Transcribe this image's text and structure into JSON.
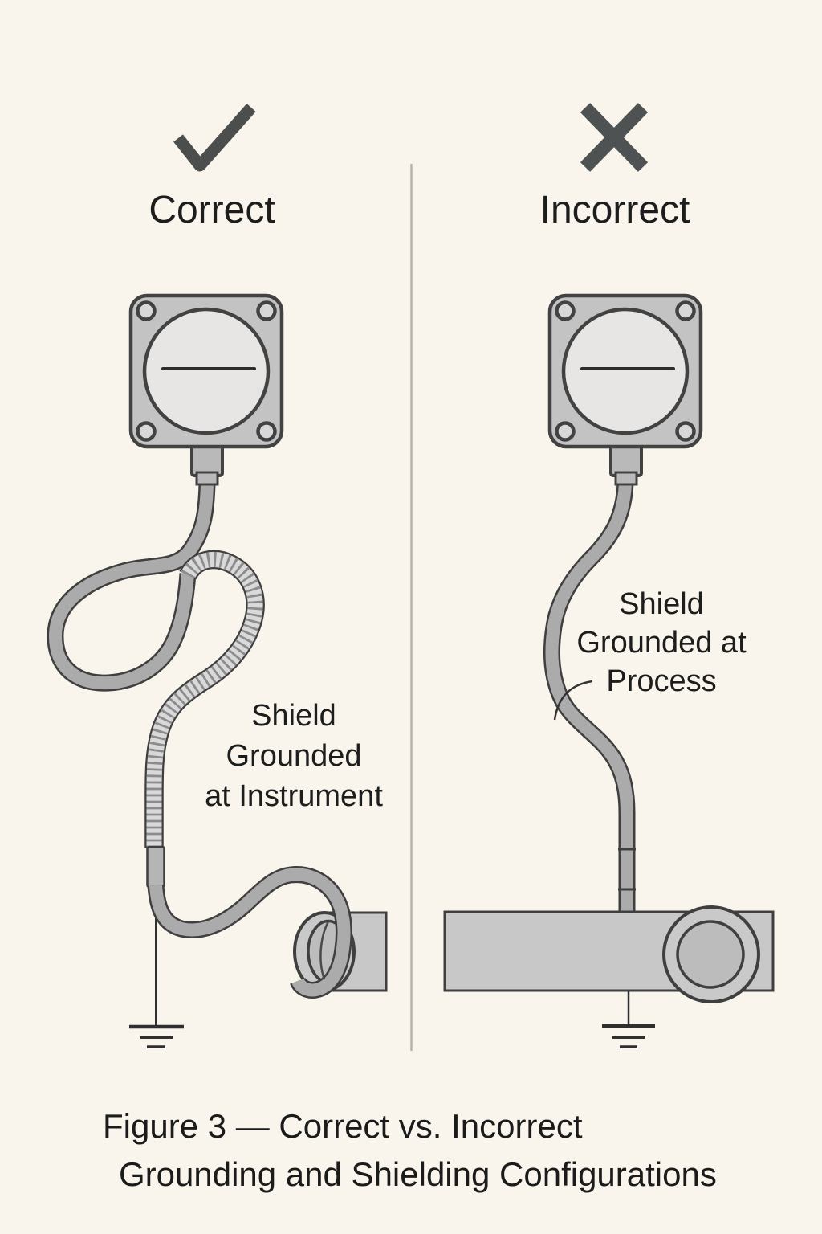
{
  "figure": {
    "background": "#f9f5ec",
    "divider_color": "#b6b3ad",
    "ink_color": "#1d1d1d",
    "outline_color": "#3f3f3f",
    "device_body_color": "#c3c3c3",
    "device_face_color": "#e7e6e4",
    "cable_color": "#ababab",
    "braid_color": "#d9d9d9",
    "pipe_color": "#c8c8c8",
    "left_panel": {
      "icon": "check-icon",
      "icon_color": "#4b4e4d",
      "title": "Correct",
      "label_line1": "Shield",
      "label_line2": "Grounded",
      "label_line3": "at Instrument"
    },
    "right_panel": {
      "icon": "x-icon",
      "icon_color": "#4f5252",
      "title": "Incorrect",
      "label_line1": "Shield",
      "label_line2": "Grounded at",
      "label_line3": "Process"
    },
    "caption_line1": "Figure 3 — Correct vs. Incorrect",
    "caption_line2": "Grounding and Shielding Configurations"
  }
}
